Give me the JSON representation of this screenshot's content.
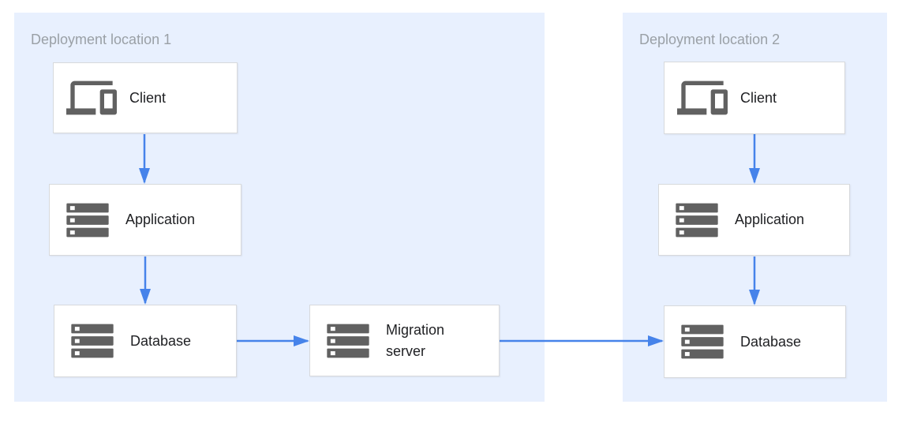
{
  "diagram": {
    "regions": [
      {
        "id": "region-1",
        "label": "Deployment location 1"
      },
      {
        "id": "region-2",
        "label": "Deployment location 2"
      }
    ],
    "nodes": {
      "client1": {
        "label": "Client",
        "icon": "devices-icon"
      },
      "application1": {
        "label": "Application",
        "icon": "server-icon"
      },
      "database1": {
        "label": "Database",
        "icon": "server-icon"
      },
      "migration": {
        "label": "Migration server",
        "icon": "server-icon"
      },
      "client2": {
        "label": "Client",
        "icon": "devices-icon"
      },
      "application2": {
        "label": "Application",
        "icon": "server-icon"
      },
      "database2": {
        "label": "Database",
        "icon": "server-icon"
      }
    },
    "connections": [
      {
        "from": "client1",
        "to": "application1"
      },
      {
        "from": "application1",
        "to": "database1"
      },
      {
        "from": "database1",
        "to": "migration"
      },
      {
        "from": "migration",
        "to": "database2"
      },
      {
        "from": "client2",
        "to": "application2"
      },
      {
        "from": "application2",
        "to": "database2"
      }
    ],
    "colors": {
      "region_background": "#E8F0FE",
      "arrow": "#4683EA",
      "icon_gray": "#616161",
      "box_border": "#D7D9DC",
      "region_label": "#9AA0A6",
      "node_label": "#202124"
    }
  }
}
